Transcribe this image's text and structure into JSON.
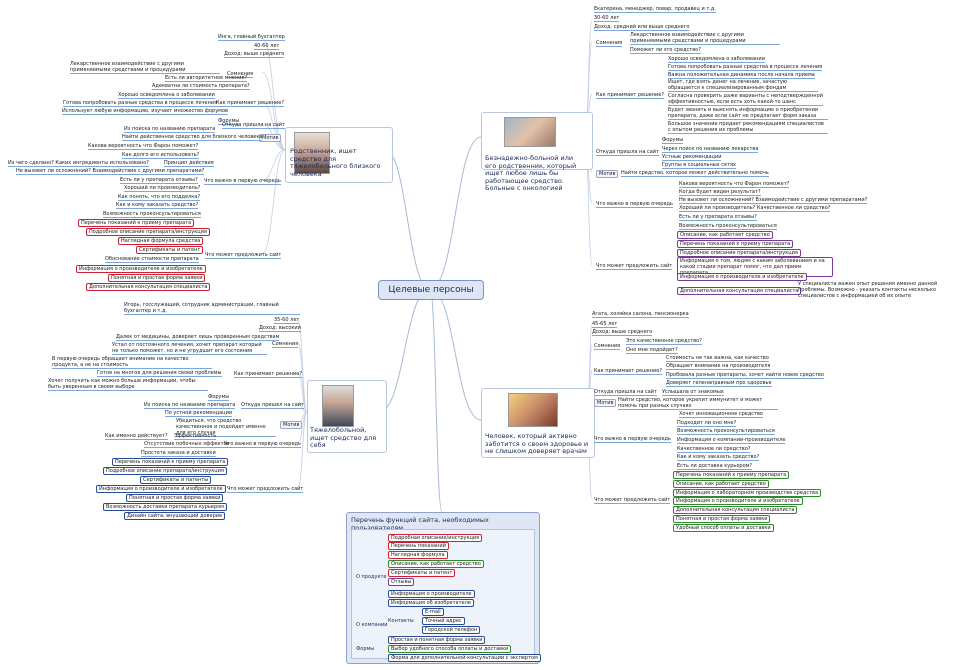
{
  "central": "Целевые персоны",
  "personas": {
    "p1": {
      "title": "Родственник, ищет средство для тяжелобольного близкого человека",
      "profile": [
        "Инга, главный бухгалтер",
        "40-60 лет",
        "Доход: выше среднего"
      ],
      "doubts_label": "Сомнения",
      "doubts": [
        "Лекарственное взаимодействие с другими применяемыми средствами и процедурами",
        "Есть ли авторитетное мнение?",
        "Адекватна ли стоимость препарата?"
      ],
      "decision_label": "Как принимает решение?",
      "decision": [
        "Хорошо осведомлена о заболевании",
        "Готова попробовать разные средства в процессе лечения",
        "Использует любую информацию, изучает множество форумов"
      ],
      "came_label": "Откуда пришла на сайт",
      "came": [
        "Форумы",
        "Из поиска по названию препарата"
      ],
      "motive_label": "Мотив",
      "motive": "Найти действенное средство для близкого человека",
      "first_label": "Что важно в первую очередь",
      "first": [
        "Какова вероятность что Фарон поможет?",
        "Как долго его использовать?",
        "Принцип действия",
        "Из чего сделано? Каких ингредиенты использовано?",
        "Не вызовет ли осложнений? Взаимодействие с другими препаратами?",
        "Есть ли у препарата отзывы?",
        "Хороший ли производитель?",
        "Как понять, что его подделка?",
        "Как и кому заказать средство?"
      ],
      "offer_label": "Что может предложить сайт",
      "offer": [
        "Возможность проконсультироваться",
        "Перечень показаний к приему препарата",
        "Подробное описание препарата/инструкция",
        "Наглядная формула средства",
        "Сертификаты и патент",
        "Обоснование стоимости препарата",
        "Информация о производителе и изобретателе",
        "Понятная и простая форма заявки",
        "Дополнительная консультация специалиста"
      ]
    },
    "p2": {
      "title": "Безнадежно-больной или его родственник, который ищет любое лишь бы работающее средство. Больные с онкологией",
      "profile": [
        "Екатерина, менеджер, повар, продавец и т.д.",
        "30-60 лет",
        "Доход: средний или выше среднего"
      ],
      "doubts_label": "Сомнения",
      "doubts": [
        "Лекарственное взаимодействие с другими применяемыми средствами и процедурами",
        "Поможет ли это средство?"
      ],
      "decision_label": "Как принимает решение?",
      "decision": [
        "Хорошо осведомлена о заболевании",
        "Готова попробовать разные средства в процессе лечения",
        "Важна положительная динамика после начала приема",
        "Ищет, где взять денег на лечение, зачастую обращается к специализированным фондам",
        "Согласна проверить даже варианты с неподтвержденной эффективностью, если есть хоть какой-то шанс",
        "Будет звонить и выяснять информацию о приобретении препарата, даже если сайт не предлагает форм заказа",
        "Большое значение придает рекомендациям специалистов с опытом решения их проблемы"
      ],
      "came_label": "Откуда пришла на сайт",
      "came": [
        "Форумы",
        "Через поиск по названию лекарства",
        "Устные рекомендации",
        "Группы в социальных сетях"
      ],
      "motive_label": "Мотив",
      "motive": "Найти средство, которое может действительно помочь",
      "first_label": "Что важно в первую очередь",
      "first": [
        "Какова вероятность что Фарон поможет?",
        "Когда будет виден результат?",
        "Не вызовет ли осложнений? Взаимодействие с другими препаратами?",
        "Хороший ли производитель? Качественное ли средство?",
        "Есть ли у препарата отзывы?"
      ],
      "offer_label": "Что может предложить сайт",
      "offer": [
        "Возможность проконсультироваться",
        "Описание, как работает средство",
        "Перечень показаний к приему препарата",
        "Подробное описание препарата/инструкция",
        "Информация о том, людям с каким заболеванием и на какой стадии препарат помог, что дал прием препарата",
        "Информация о производителе и изобретателе",
        "Дополнительная консультация специалиста"
      ],
      "offer_note": "У специалиста важен опыт решения именно данной проблемы. Возможно - указать контакты несколько специалистов с информацией об их опыте"
    },
    "p3": {
      "title": "Тяжелобольной, ищет средство для себя",
      "profile": [
        "Игорь, госслужащий, сотрудник администрации, главный бухгалтер и т.д.",
        "35-60 лет",
        "Доход: высокий"
      ],
      "doubts_label": "Сомнения",
      "doubts": [
        "Далек от медицины, доверяет лишь проверенным средствам",
        "Устал от постоянного лечения, хочет препарат который не только поможет, но и не угрудшит его состояния"
      ],
      "decision_label": "Как принимает решение?",
      "decision": [
        "В первую очередь обращает внимание на качество продукта, а не на стоимость",
        "Готов на многое для решения своей проблемы",
        "Хочет получить как можно больше информации, чтобы быть уверенным в своем выборе"
      ],
      "came_label": "Откуда пришел на сайт",
      "came": [
        "Форумы",
        "Из поиска по названию препарата",
        "По устной рекомендации"
      ],
      "motive_label": "Мотив",
      "motive": "Убедиться, что средство качественное и подойдет именно для его случая",
      "first_label": "Что важно в первую очередь",
      "first": [
        "Как именно действует?",
        "Эффективность",
        "Отсутствие побочных эффектов",
        "Простота заказа и доставки"
      ],
      "offer_label": "Что может предложить сайт",
      "offer": [
        "Перечень показаний к приему препарата",
        "Подробное описание препарата/инструкция",
        "Сертификаты и патенты",
        "Информация о производителе и изобретателе",
        "Понятная и простая форма заявки",
        "Возможность доставки препарата курьером",
        "Дизайн сайта, внушающий доверие"
      ]
    },
    "p4": {
      "title": "Человек, который активно заботится о своем здоровье и не слишком доверяет врачам",
      "profile": [
        "Агата, хозяйка салона, пенсионерка",
        "45-65 лет",
        "Доход: выше среднего"
      ],
      "doubts_label": "Сомнения",
      "doubts": [
        "Это качественное средство?",
        "Оно мне подойдет?"
      ],
      "decision_label": "Как принимает решение?",
      "decision": [
        "Стоимость не так важна, как качество",
        "Обращает внимание на производителя",
        "Пробовала разные препараты, хочет найти новое средство",
        "Доверяет геленаправным про здоровье"
      ],
      "came_label": "Откуда пришла на сайт",
      "came": [
        "Услышала от знакомых"
      ],
      "motive_label": "Мотив",
      "motive": "Найти средство, которое укрепит иммунитет и может помочь при разных случаях",
      "first_label": "Что важно в первую очередь",
      "first": [
        "Хочет инновационное средство",
        "Подходит ли оно мне?",
        "Возможность проконсультироваться",
        "Информация о компании-производителе",
        "Качественное ли средство?",
        "Как и кому заказать средство?",
        "Есть ли доставка курьером?"
      ],
      "offer_label": "Что может предложить сайт",
      "offer": [
        "Перечень показаний к приему препарата",
        "Описание, как работает средство",
        "Информация о лабораторном производстве средства",
        "Информация о производителе и изобретателе",
        "Дополнительная консультация специалиста",
        "Понятная и простая форма заявки",
        "Удобный способ оплаты и доставки"
      ]
    }
  },
  "functions": {
    "title": "Перечень функций сайта, необходимых пользователям",
    "product_label": "О продукте",
    "product": [
      "Подробная описание/инструкция",
      "Перечень показаний",
      "Наглядная формула",
      "Описание, как работает средство",
      "Сертификаты и патент",
      "Отзывы"
    ],
    "company_label": "О компании",
    "company": [
      "Информация о производителе",
      "Информация об изобретателе"
    ],
    "contacts_label": "Контакты",
    "contacts": [
      "E-mail",
      "Точный адрес",
      "Городской телефон"
    ],
    "forms_label": "Формы",
    "forms": [
      "Простая и понятная форма заявки",
      "Выбор удобного способа оплаты и доставки",
      "Форма для дополнительной консультации с экспертом"
    ]
  }
}
